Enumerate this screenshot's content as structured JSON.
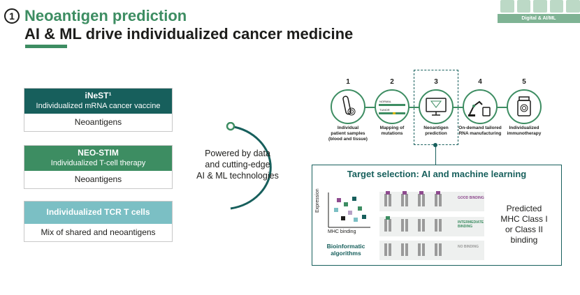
{
  "header": {
    "number": "1",
    "title": "Neoantigen prediction",
    "subtitle": "AI & ML drive individualized cancer medicine",
    "badge": "Digital & AI/ML"
  },
  "cards": [
    {
      "title": "iNeST¹",
      "subtitle": "Individualized mRNA cancer vaccine",
      "footer": "Neoantigens"
    },
    {
      "title": "NEO-STIM",
      "subtitle": "Individualized T-cell therapy",
      "footer": "Neoantigens"
    },
    {
      "title": "Individualized TCR T cells",
      "subtitle": "",
      "footer": "Mix of shared and neoantigens"
    }
  ],
  "powered": {
    "line1": "Powered by data",
    "line2": "and cutting-edge",
    "line3": "AI & ML technologies"
  },
  "steps": [
    {
      "num": "1",
      "line1": "Individual",
      "line2": "patient samples",
      "line3": "(blood and tissue)",
      "icon": "test-tube-fingerprint-icon"
    },
    {
      "num": "2",
      "line1": "Mapping of",
      "line2": "mutations",
      "line3": "",
      "icon": "sequence-icon"
    },
    {
      "num": "3",
      "line1": "Neoantigen",
      "line2": "prediction",
      "line3": "",
      "icon": "monitor-icon"
    },
    {
      "num": "4",
      "line1": "On-demand tailored",
      "line2": "RNA manufacturing",
      "line3": "",
      "icon": "robot-arm-icon"
    },
    {
      "num": "5",
      "line1": "Individualized",
      "line2": "immunotherapy",
      "line3": "",
      "icon": "vial-fingerprint-icon"
    }
  ],
  "sequence": {
    "normal": "NORMAL",
    "tumor": "TUMOR"
  },
  "target": {
    "title": "Target selection: AI and machine learning",
    "expression": "Expression",
    "mhc_binding": "MHC binding",
    "bio1": "Bioinformatic",
    "bio2": "algorithms",
    "good": "GOOD BINDING",
    "intermediate": "INTERMEDIATE BINDING",
    "none": "NO BINDING",
    "pred1": "Predicted",
    "pred2": "MHC Class I",
    "pred3": "or Class II",
    "pred4": "binding"
  },
  "colors": {
    "dark_teal": "#175f5c",
    "green": "#3d8d62",
    "light_teal": "#7bbfc4",
    "good": "#8e4b8f",
    "intermediate": "#3d8d62",
    "none": "#9a9a9a"
  }
}
